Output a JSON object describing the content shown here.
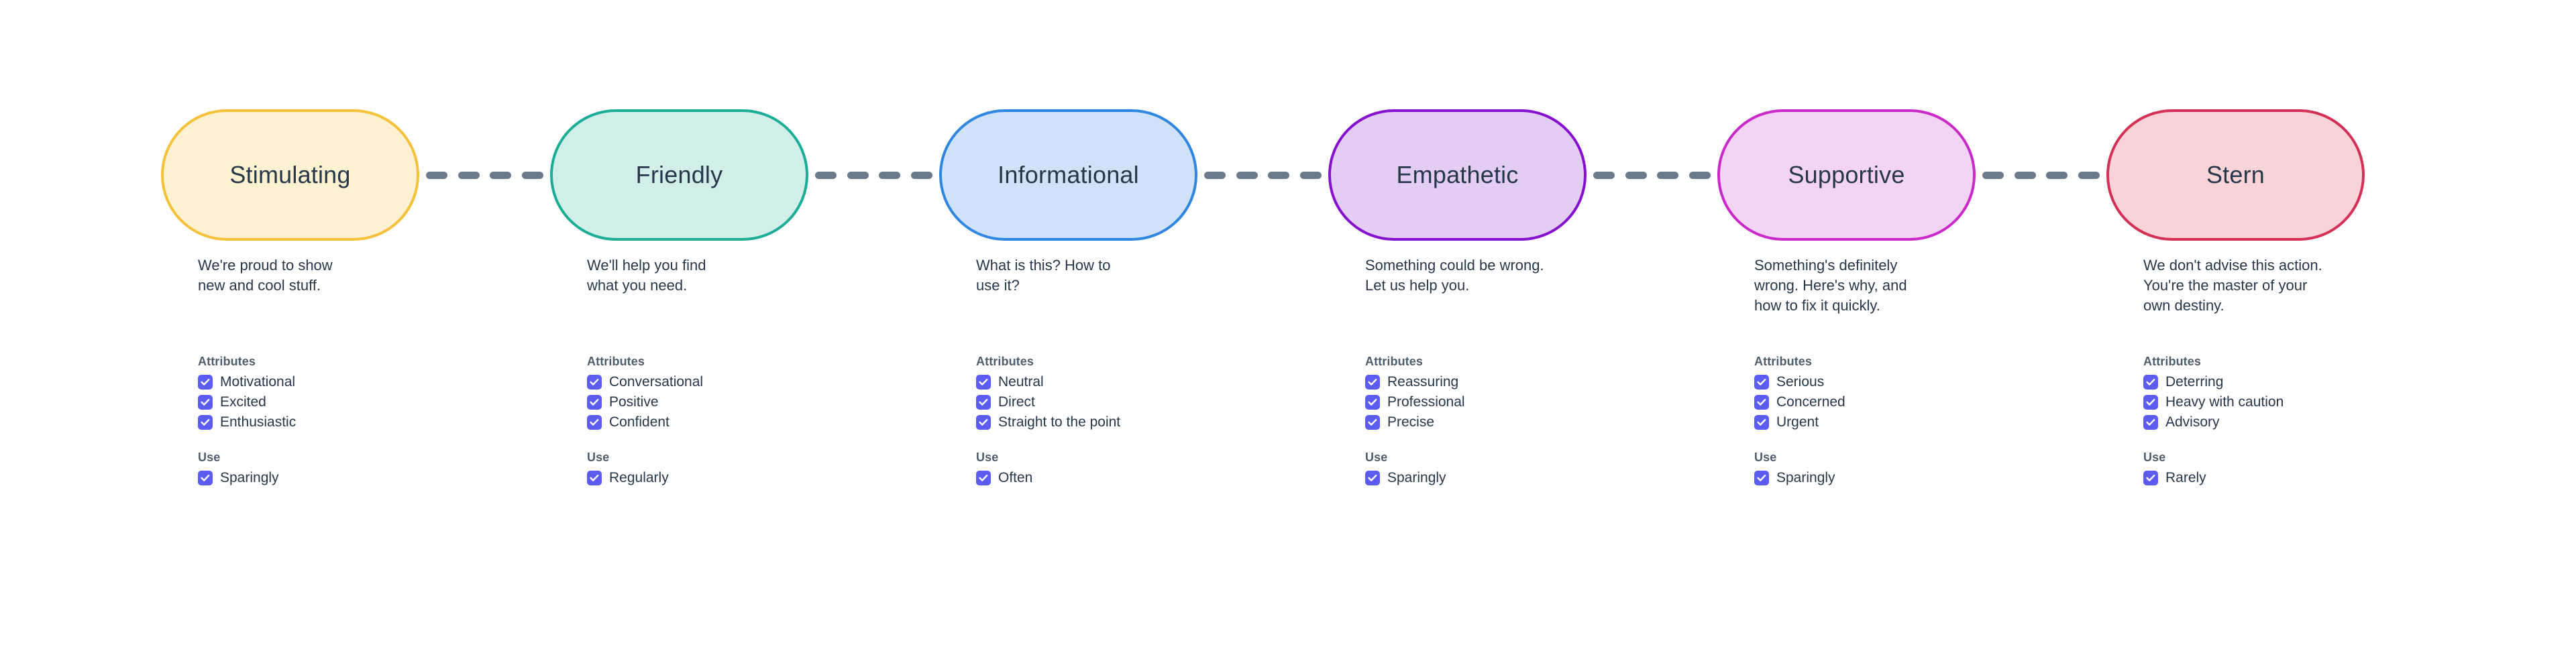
{
  "theme": {
    "background": "#ffffff",
    "text_color": "#27374a",
    "muted_text_color": "#4e5d6c",
    "checkbox_color": "#5d5cf0",
    "connector_color": "#6b7b8c"
  },
  "labels": {
    "attributes_heading": "Attributes",
    "use_heading": "Use",
    "check_icon": "check-icon",
    "connector_icon": "dashed-line-icon"
  },
  "tones": [
    {
      "name": "Stimulating",
      "fill": "#fcf1d0",
      "border": "#f5c13b",
      "description": [
        "We're proud to show",
        "new and cool stuff."
      ],
      "attributes": [
        "Motivational",
        "Excited",
        "Enthusiastic"
      ],
      "use": [
        "Sparingly"
      ]
    },
    {
      "name": "Friendly",
      "fill": "#d2eee8",
      "border": "#1bad96",
      "description": [
        "We'll help you find",
        "what you need."
      ],
      "attributes": [
        "Conversational",
        "Positive",
        "Confident"
      ],
      "use": [
        "Regularly"
      ]
    },
    {
      "name": "Informational",
      "fill": "#cfe2f7",
      "border": "#2e86e0",
      "description": [
        "What is this? How to",
        "use it?"
      ],
      "attributes": [
        "Neutral",
        "Direct",
        "Straight to the point"
      ],
      "use": [
        "Often"
      ]
    },
    {
      "name": "Empathetic",
      "fill": "#e3cdf2",
      "border": "#8510cf",
      "description": [
        "Something could be wrong.",
        "Let us help you."
      ],
      "attributes": [
        "Reassuring",
        "Professional",
        "Precise"
      ],
      "use": [
        "Sparingly"
      ]
    },
    {
      "name": "Supportive",
      "fill": "#f4d4f4",
      "border": "#c829c8",
      "description": [
        "Something's definitely",
        "wrong. Here's why, and",
        "how to fix it quickly."
      ],
      "attributes": [
        "Serious",
        "Concerned",
        "Urgent"
      ],
      "use": [
        "Sparingly"
      ]
    },
    {
      "name": "Stern",
      "fill": "#f8d4d9",
      "border": "#d43055",
      "description": [
        "We don't advise this action.",
        "You're the master of your",
        "own destiny."
      ],
      "attributes": [
        "Deterring",
        "Heavy with caution",
        "Advisory"
      ],
      "use": [
        "Rarely"
      ]
    }
  ]
}
